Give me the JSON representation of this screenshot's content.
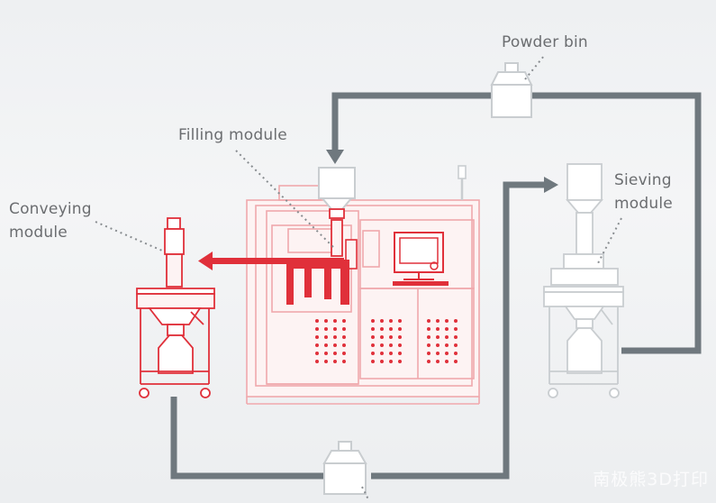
{
  "labels": {
    "powder_bin": "Powder bin",
    "filling_module": "Filling module",
    "conveying_module": "Conveying\nmodule",
    "sieving_module": "Sieving\nmodule"
  },
  "watermark": "南极熊3D打印",
  "colors": {
    "machine_red": "#e0303a",
    "machine_pale": "#f5c6c8",
    "gray_line": "#6f787e",
    "light_gray": "#c9cdd0",
    "label_gray": "#6b6d70"
  }
}
